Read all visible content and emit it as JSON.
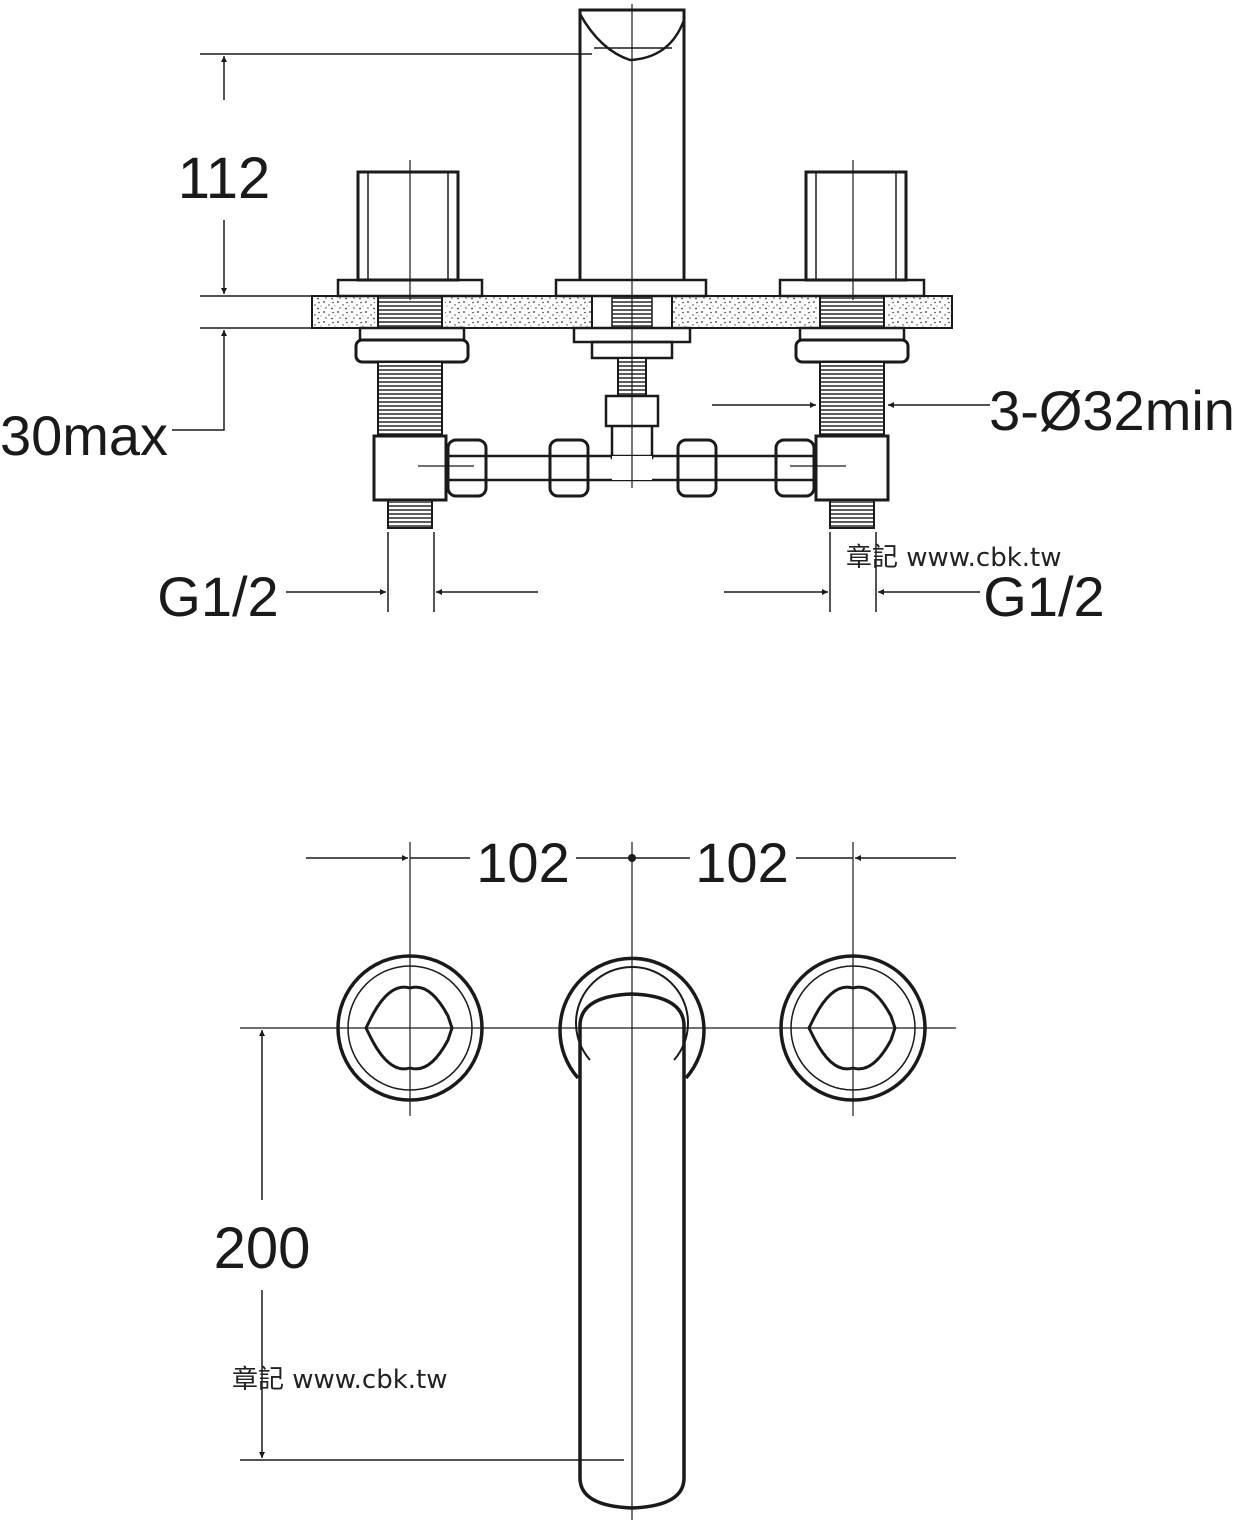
{
  "side_view": {
    "dimensions": {
      "spout_height": "112",
      "deck_thickness": "30max",
      "hole_diameter": "3-Ø32min",
      "inlet_left": "G1/2",
      "inlet_right": "G1/2"
    },
    "watermark": "章記 www.cbk.tw"
  },
  "top_view": {
    "dimensions": {
      "spacing_left": "102",
      "spacing_right": "102",
      "spout_reach": "200"
    },
    "watermark": "章記 www.cbk.tw"
  },
  "colors": {
    "line": "#1a1a1a",
    "background": "#ffffff"
  }
}
